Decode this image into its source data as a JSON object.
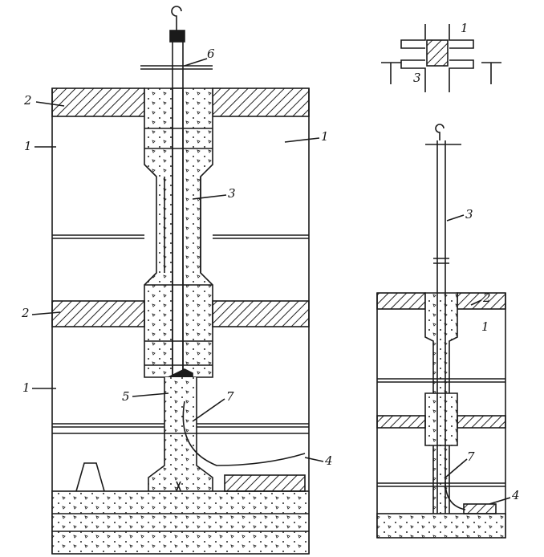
{
  "labels": {
    "left": {
      "l6": "6",
      "l2a": "2",
      "l1a": "1",
      "l1b": "1",
      "l3": "3",
      "l2b": "2",
      "l1c": "1",
      "l5": "5",
      "l7": "7",
      "l4": "4"
    },
    "right": {
      "inset1": "1",
      "inset3": "3",
      "l3": "3",
      "l2": "2",
      "l1": "1",
      "l7": "7",
      "l4": "4"
    }
  },
  "colors": {
    "ink": "#1a1a1a",
    "paper": "#ffffff"
  }
}
